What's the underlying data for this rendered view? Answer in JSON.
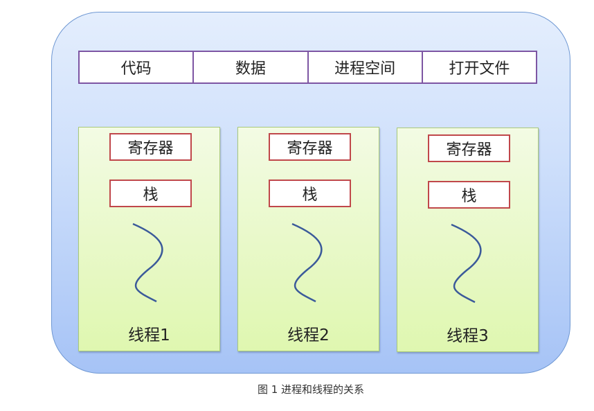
{
  "process_space": {
    "items": [
      "代码",
      "数据",
      "进程空间",
      "打开文件"
    ]
  },
  "threads": [
    {
      "register": "寄存器",
      "stack": "栈",
      "label": "线程1"
    },
    {
      "register": "寄存器",
      "stack": "栈",
      "label": "线程2"
    },
    {
      "register": "寄存器",
      "stack": "栈",
      "label": "线程3"
    }
  ],
  "caption": "图 1 进程和线程的关系"
}
